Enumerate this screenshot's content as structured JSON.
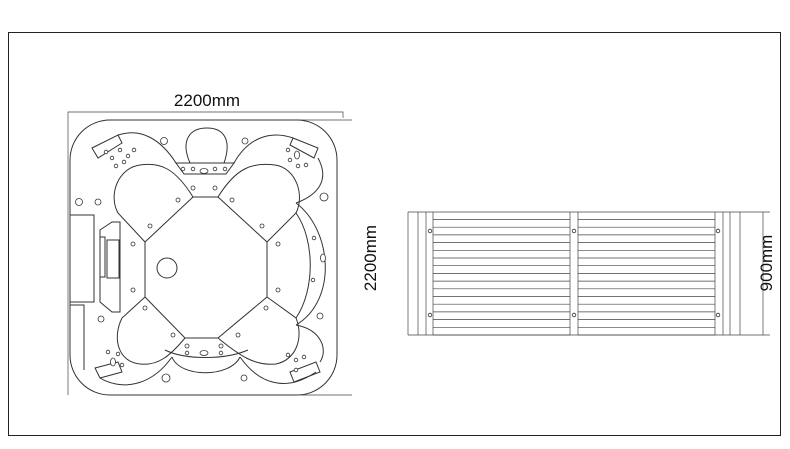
{
  "drawing": {
    "top_view": {
      "width_label": "2200mm",
      "depth_label": "2200mm"
    },
    "side_panel": {
      "height_label": "900mm"
    }
  }
}
